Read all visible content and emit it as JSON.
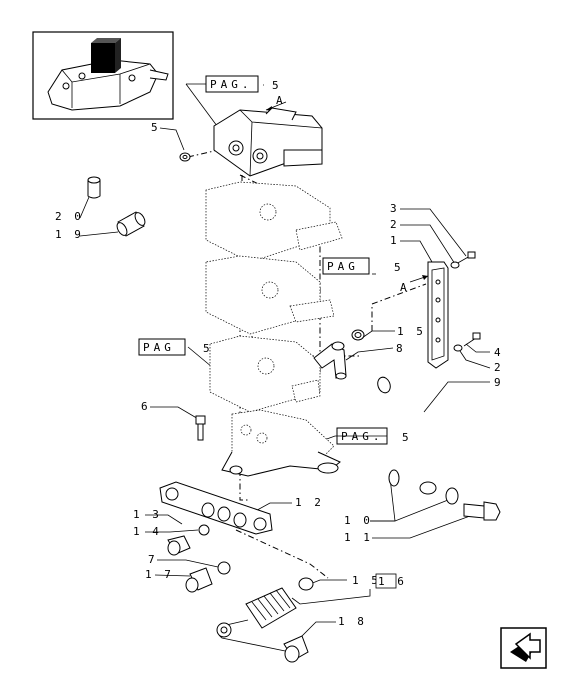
{
  "callouts": {
    "c5_top": "5",
    "c5_left": "5",
    "c20": "2 0",
    "c19": "1 9",
    "c3": "3",
    "c2_top": "2",
    "c1": "1",
    "c5_right": "5",
    "c15_mid": "1 5",
    "c8": "8",
    "c4": "4",
    "c2_low": "2",
    "c9": "9",
    "c5_pag_left": "5",
    "c6": "6",
    "c5_pag_right": "5",
    "c12": "1 2",
    "c13": "1 3",
    "c14": "1 4",
    "c7": "7",
    "c17": "1 7",
    "c10": "1 0",
    "c11": "1 1",
    "c15_low": "1 5",
    "c16": "1 6",
    "c18": "1 8",
    "arrowA_top": "A",
    "arrowA_right": "A"
  },
  "ref_boxes": {
    "pag_top": "PAG.",
    "pag_mid": "PAG",
    "pag_left": "PAG",
    "pag_right": "PAG."
  },
  "icons": {
    "thumbnail": "tractor-rear-hitch-thumbnail",
    "nav": "next-page-arrow-icon"
  }
}
